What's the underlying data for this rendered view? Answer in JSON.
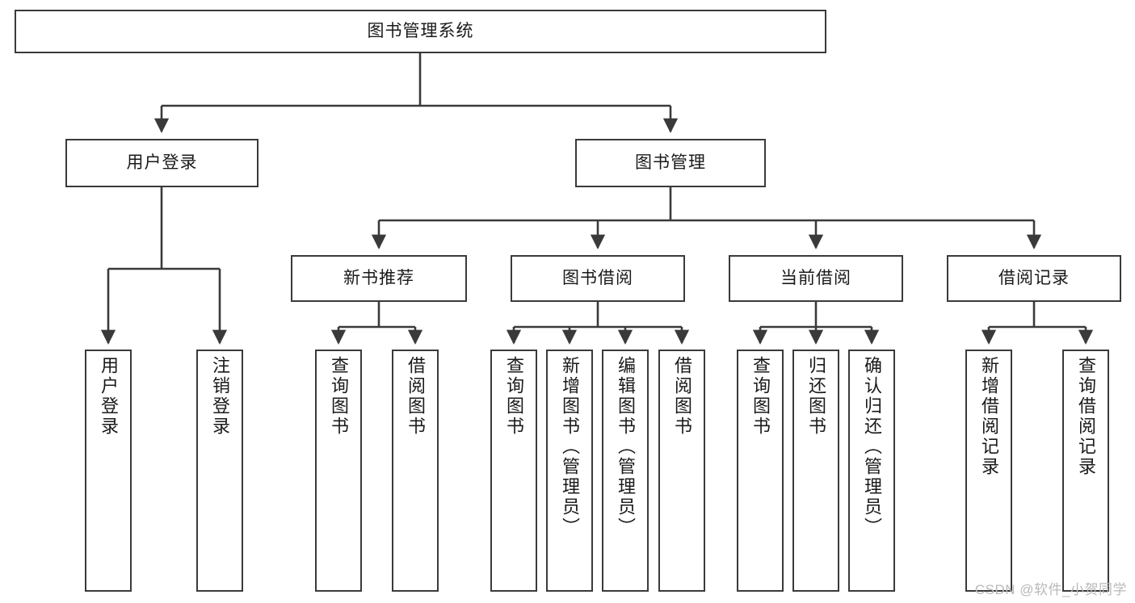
{
  "diagram": {
    "title": "图书管理系统",
    "type": "tree",
    "root": {
      "id": "root",
      "label": "图书管理系统"
    },
    "level1": [
      {
        "id": "user-login",
        "label": "用户登录"
      },
      {
        "id": "book-manage",
        "label": "图书管理"
      }
    ],
    "level2": [
      {
        "id": "new-book-recommend",
        "label": "新书推荐",
        "parent": "book-manage"
      },
      {
        "id": "book-borrow",
        "label": "图书借阅",
        "parent": "book-manage"
      },
      {
        "id": "current-borrow",
        "label": "当前借阅",
        "parent": "book-manage"
      },
      {
        "id": "borrow-record",
        "label": "借阅记录",
        "parent": "book-manage"
      }
    ],
    "leaves": [
      {
        "id": "leaf-user-login",
        "label": "用户登录",
        "parent": "user-login"
      },
      {
        "id": "leaf-user-logout",
        "label": "注销登录",
        "parent": "user-login"
      },
      {
        "id": "leaf-query-book-1",
        "label": "查询图书",
        "parent": "new-book-recommend"
      },
      {
        "id": "leaf-borrow-book-1",
        "label": "借阅图书",
        "parent": "new-book-recommend"
      },
      {
        "id": "leaf-query-book-2",
        "label": "查询图书",
        "parent": "book-borrow"
      },
      {
        "id": "leaf-add-book",
        "label": "新增图书（管理员）",
        "parent": "book-borrow"
      },
      {
        "id": "leaf-edit-book",
        "label": "编辑图书（管理员）",
        "parent": "book-borrow"
      },
      {
        "id": "leaf-borrow-book-2",
        "label": "借阅图书",
        "parent": "book-borrow"
      },
      {
        "id": "leaf-query-book-3",
        "label": "查询图书",
        "parent": "current-borrow"
      },
      {
        "id": "leaf-return-book",
        "label": "归还图书",
        "parent": "current-borrow"
      },
      {
        "id": "leaf-confirm-return",
        "label": "确认归还（管理员）",
        "parent": "current-borrow"
      },
      {
        "id": "leaf-add-record",
        "label": "新增借阅记录",
        "parent": "borrow-record"
      },
      {
        "id": "leaf-query-record",
        "label": "查询借阅记录",
        "parent": "borrow-record"
      }
    ],
    "colors": {
      "stroke": "#3a3a3a",
      "fill": "#ffffff",
      "text": "#1a1a1a",
      "watermark": "#b9b9b9"
    }
  },
  "watermark": {
    "text": "CSDN @软件_小贺同学"
  }
}
